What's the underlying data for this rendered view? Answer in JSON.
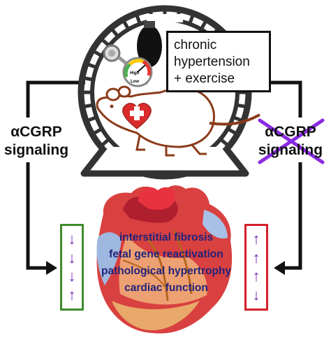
{
  "box": {
    "line1": "chronic",
    "line2": "hypertension",
    "line3": "+ exercise"
  },
  "left_label": {
    "line1": "αCGRP",
    "line2": "signaling"
  },
  "right_label": {
    "line1": "αCGRP",
    "line2": "signaling"
  },
  "gauge": {
    "high": "High",
    "low": "Low"
  },
  "effects": [
    "interstitial fibrosis",
    "fetal gene reactivation",
    "pathological hypertrophy",
    "cardiac function"
  ],
  "left_arrows": [
    "↓",
    "↓",
    "↓",
    "↑"
  ],
  "right_arrows": [
    "↑",
    "↑",
    "↑",
    "↓"
  ],
  "colors": {
    "wheel": "#333333",
    "rat_outline": "#8b3b1a",
    "heart_badge": "#d92b2b",
    "cross": "#8a2be2",
    "arrow": "#7a2bb5",
    "left_box": "#3f8b2e",
    "right_box": "#d4202a",
    "effects_text": "#22237a"
  }
}
